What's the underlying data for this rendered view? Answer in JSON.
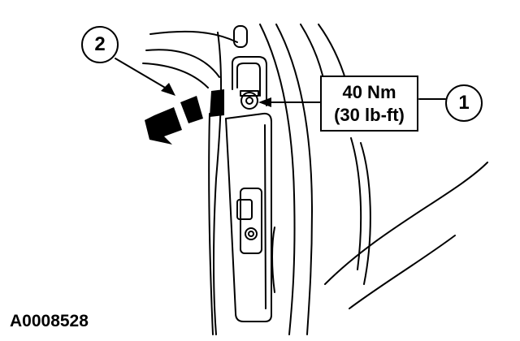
{
  "callouts": {
    "one": "1",
    "two": "2"
  },
  "torque_spec": {
    "metric": "40 Nm",
    "imperial": "(30 lb-ft)"
  },
  "figure_id": "A0008528",
  "colors": {
    "ink": "#000000",
    "paper": "#ffffff"
  }
}
